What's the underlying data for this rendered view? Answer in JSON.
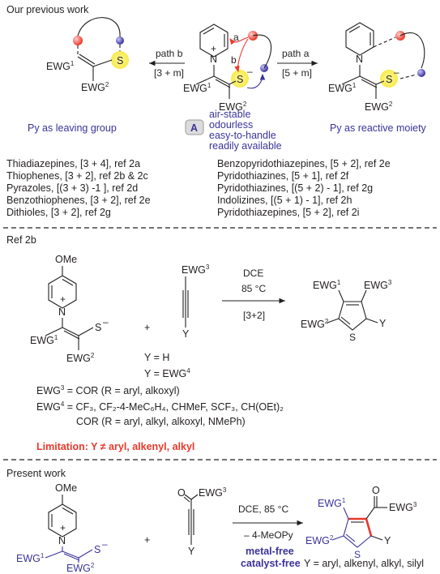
{
  "sections": {
    "previous": "Our previous work",
    "ref2b": "Ref 2b",
    "present": "Present work"
  },
  "atoms": {
    "ewg1": "EWG",
    "ewg2": "EWG",
    "ewg3": "EWG",
    "ewg4": "EWG",
    "s": "S",
    "sminus": "–",
    "n": "N",
    "plus": "+",
    "ome": "OMe",
    "o": "O",
    "y": "Y",
    "num1": "1",
    "num2": "2",
    "num3": "3",
    "num4": "4",
    "a": "a",
    "b": "b",
    "reagent_a_label": "A"
  },
  "previous": {
    "path_b": "path b",
    "path_b_cond": "[3 + m]",
    "path_a": "path a",
    "path_a_cond": "[5 + m]",
    "reagent_props": [
      "air-stable",
      "odourless",
      "easy-to-handle",
      "readily available"
    ],
    "left_caption": "Py as leaving group",
    "right_caption": "Py as reactive moiety",
    "left_list": [
      "Thiadiazepines, [3 + 4], ref 2a",
      "Thiophenes, [3 + 2], ref 2b & 2c",
      "Pyrazoles, [(3 + 3) -1 ], ref 2d",
      "Benzothiophenes, [3 + 2], ref 2e",
      "Dithioles, [3 + 2], ref 2g"
    ],
    "right_list": [
      "Benzopyridothiazepines, [5 + 2], ref 2e",
      "Pyridothiazines, [5 + 1], ref 2f",
      "Pyridothiazines, [(5 + 2) - 1], ref 2g",
      "Indolizines, [(5 + 1) - 1], ref 2h",
      "Pyridothiazepines, [5 + 2], ref 2i"
    ]
  },
  "ref2b": {
    "plus": "+",
    "cond1": "DCE",
    "cond2": "85 °C",
    "cond3": "[3+2]",
    "y_h": "Y = H",
    "y_ewg4": "Y = EWG",
    "ewg3_def": "EWG",
    "ewg3_rest": " = COR (R = aryl, alkoxyl)",
    "ewg4_def": "EWG",
    "ewg4_rest": " = CF₃, CF₂-4-MeC₆H₄, CHMeF, SCF₃, CH(OEt)₂",
    "ewg4_line2": "COR (R = aryl, alkyl, alkoxyl, NMePh)",
    "limitation": "Limitation: Y ≠ aryl, alkenyl, alkyl"
  },
  "present": {
    "plus": "+",
    "cond1": "DCE, 85 °C",
    "cond2": "– 4-MeOPy",
    "feature1": "metal-free",
    "feature2": "catalyst-free",
    "scope": "Y = aryl, alkenyl, alkyl, silyl"
  },
  "colors": {
    "text": "#231f20",
    "blue": "#3b3399",
    "red": "#e8392b",
    "highlight_yellow": "#f6ea4a",
    "red_ball": "#e8392b",
    "blue_ball": "#3b3399"
  }
}
